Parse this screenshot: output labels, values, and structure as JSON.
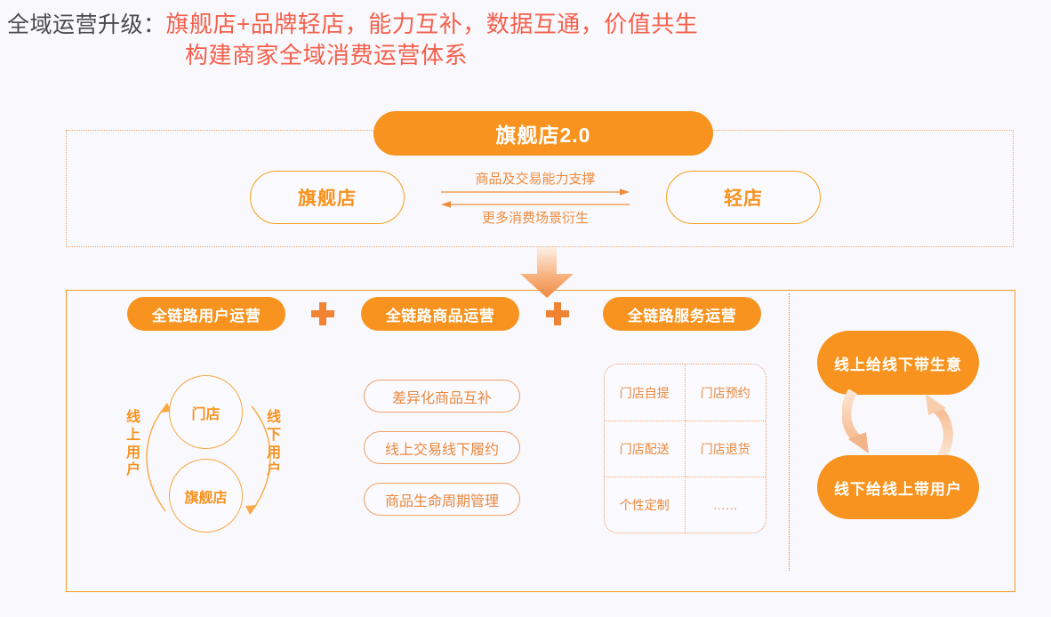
{
  "title": {
    "lead": "全域运营升级：",
    "accent_line1": "旗舰店+品牌轻店，能力互补，数据互通，价值共生",
    "accent_line2": "构建商家全域消费运营体系"
  },
  "hero": {
    "label": "旗舰店2.0"
  },
  "top_section": {
    "left_store": "旗舰店",
    "right_store": "轻店",
    "arrow_label_forward": "商品及交易能力支撑",
    "arrow_label_backward": "更多消费场景衍生"
  },
  "sections": {
    "user": "全链路用户运营",
    "product": "全链路商品运营",
    "service": "全链路服务运营",
    "separator": "+"
  },
  "user_column": {
    "circle_top": "门店",
    "circle_bottom": "旗舰店",
    "label_left": "线上用户",
    "label_right": "线下用户"
  },
  "product_column": {
    "chips": [
      "差异化商品互补",
      "线上交易线下履约",
      "商品生命周期管理"
    ]
  },
  "service_column": {
    "cells": [
      "门店自提",
      "门店预约",
      "门店配送",
      "门店退货",
      "个性定制",
      "……"
    ]
  },
  "outcomes": {
    "top": "线上给线下带生意",
    "bottom": "线下给线上带用户"
  },
  "colors": {
    "orange": "#f7931e",
    "orange_dark": "#ef8331",
    "accent_red": "#f4604c",
    "text_dark": "#4a4a4a",
    "background": "#f9f8fc",
    "outline": "#f0a872"
  }
}
